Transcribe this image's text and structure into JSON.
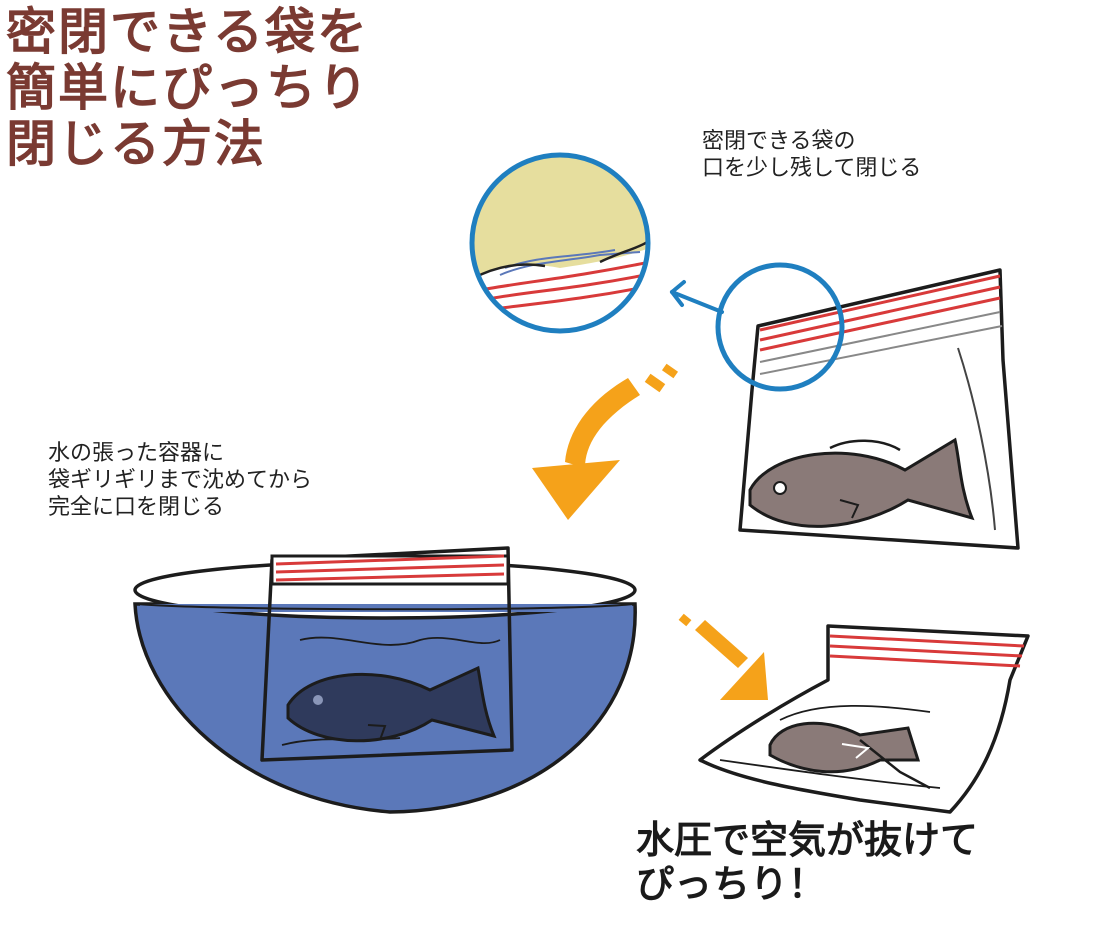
{
  "title": {
    "lines": [
      "密閉できる袋を",
      "簡単にぴっちり",
      "閉じる方法"
    ]
  },
  "step1_caption": {
    "lines": [
      "密閉できる袋の",
      "口を少し残して閉じる"
    ]
  },
  "step2_caption": {
    "lines": [
      "水の張った容器に",
      "袋ギリギリまで沈めてから",
      "完全に口を閉じる"
    ]
  },
  "result_caption": {
    "lines": [
      "水圧で空気が抜けて",
      "ぴっちり！"
    ]
  },
  "colors": {
    "title": "#7a3a32",
    "water": "#5b78b9",
    "fish": "#8a7a78",
    "fish_submerged": "#2f3a5c",
    "zipper_red": "#d83a3a",
    "magnifier_blue": "#1f7fc0",
    "arrow_orange": "#f5a21a",
    "magnifier_fill": "#e6de9e"
  },
  "icons": [
    "magnifier-icon",
    "arrow-down-left-icon",
    "arrow-down-right-icon",
    "fish-icon",
    "bowl-icon",
    "zip-bag-icon"
  ]
}
